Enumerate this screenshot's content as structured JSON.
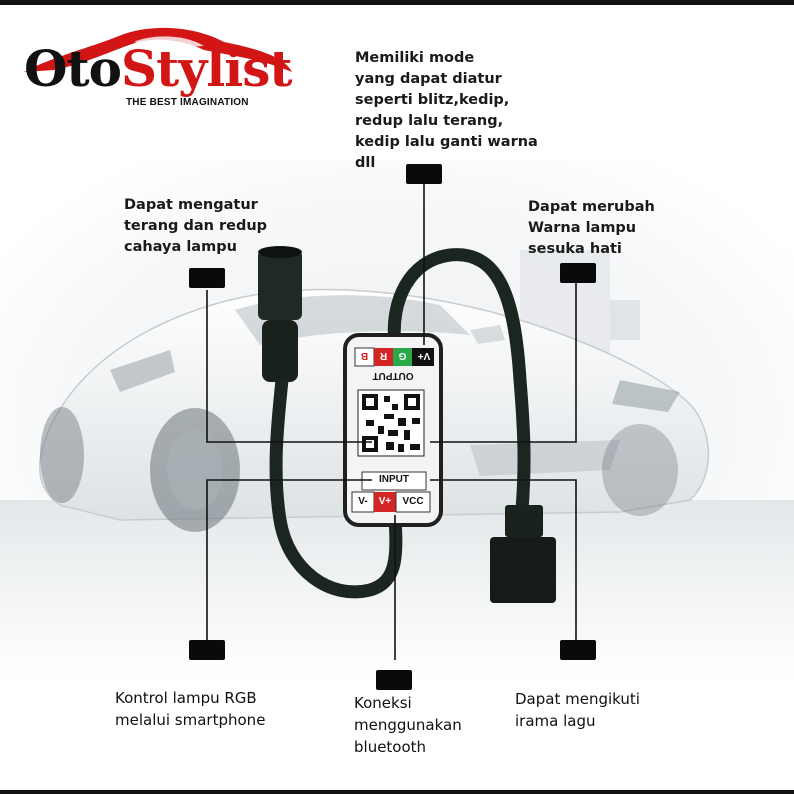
{
  "brand": {
    "name_part1": "Oto",
    "name_part2": "Stylist",
    "tagline": "THE BEST IMAGINATION"
  },
  "device": {
    "output_label": "OUTPUT",
    "input_label": "INPUT",
    "output_pins": [
      "V+",
      "G",
      "R",
      "B"
    ],
    "input_pins": [
      "V-",
      "V+",
      "VCC"
    ]
  },
  "callouts": {
    "mode": "Memiliki mode\nyang dapat diatur\nseperti blitz,kedip,\nredup lalu terang,\nkedip lalu ganti warna\ndll",
    "brightness": "Dapat mengatur\nterang dan redup\ncahaya lampu",
    "color": "Dapat merubah\nWarna lampu\nsesuka hati",
    "control": "Kontrol lampu RGB\nmelalui smartphone",
    "bluetooth": "Koneksi\nmenggunakan\nbluetooth",
    "music": "Dapat mengikuti\nirama lagu"
  },
  "colors": {
    "brand_red": "#d21616",
    "pin_red": "#d42525",
    "pin_green": "#2aa84a",
    "cable": "#1c2620"
  }
}
